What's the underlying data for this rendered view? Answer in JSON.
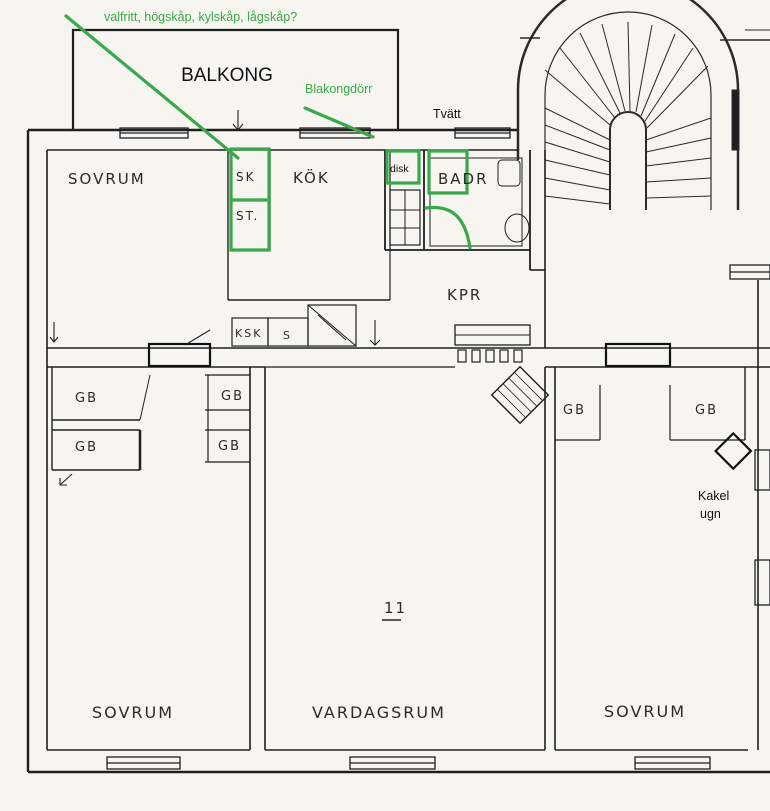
{
  "annotations": {
    "appliances_note": "valfritt, högskåp, kylskåp, lågskåp?",
    "balcony": "BALKONG",
    "balcony_door": "Blakongdörr",
    "laundry": "Tvätt",
    "dishwasher": "disk",
    "stove": "Kakel\nugn",
    "stove_line1": "Kakel",
    "stove_line2": "ugn"
  },
  "rooms": {
    "bedroom_top": "SOVRUM",
    "kitchen": "KÖK",
    "bathroom": "BADR",
    "sk": "SK",
    "st": "ST.",
    "corridor": "KPR",
    "ksk": "KSK",
    "s": "S",
    "gb_1": "GB",
    "gb_2": "GB",
    "gb_3": "GB",
    "gb_4": "GB",
    "gb_5": "GB",
    "gb_6": "GB",
    "living_room_number": "11",
    "bedroom_left": "SOVRUM",
    "living_room": "VARDAGSRUM",
    "bedroom_right": "SOVRUM"
  },
  "colors": {
    "annotation_green": "#3aa84a",
    "wall": "#1f1f1f",
    "paper": "#f6f5ef"
  }
}
